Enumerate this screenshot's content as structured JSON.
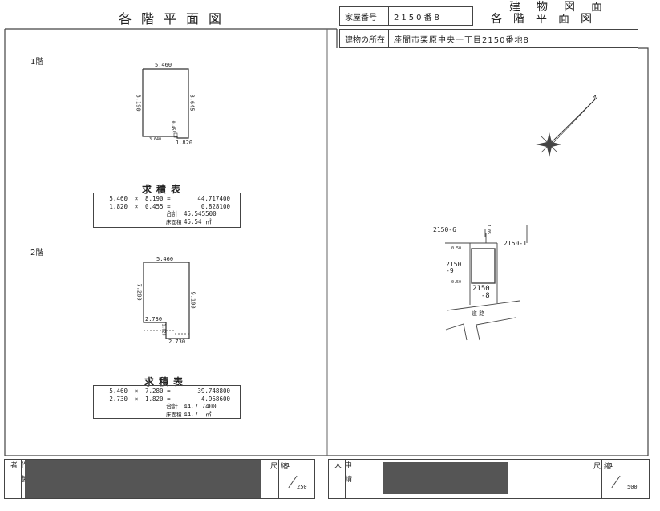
{
  "header": {
    "left_title": "各階平面図",
    "right_title_line1": "建物図面",
    "right_title_line2": "各階平面図",
    "house_number_label": "家屋番号",
    "house_number_value": "2150番8",
    "location_label": "建物の所在",
    "location_value": "座間市栗原中央一丁目2150番地8"
  },
  "floor1": {
    "label": "1階",
    "dims": {
      "top": "5.460",
      "left": "8.190",
      "right": "8.645",
      "notch_v": "0.455",
      "bottom_left": "3.640",
      "bottom_right": "1.820"
    },
    "table_title": "求積表",
    "rows": [
      {
        "a": "5.460",
        "op": "×",
        "b": "8.190 =",
        "r": "44.717400"
      },
      {
        "a": "1.820",
        "op": "×",
        "b": "0.455 =",
        "r": "0.828100"
      }
    ],
    "total_label": "合計",
    "total": "45.545500",
    "floor_area_label": "床面積",
    "floor_area": "45.54 ㎡"
  },
  "floor2": {
    "label": "2階",
    "dims": {
      "top": "5.460",
      "left": "7.280",
      "right": "9.100",
      "step_top": "2.730",
      "step_v": "1.820",
      "bottom": "2.730"
    },
    "table_title": "求積表",
    "rows": [
      {
        "a": "5.460",
        "op": "×",
        "b": "7.280 =",
        "r": "39.748800"
      },
      {
        "a": "2.730",
        "op": "×",
        "b": "1.820 =",
        "r": "4.968600"
      }
    ],
    "total_label": "合計",
    "total": "44.717400",
    "floor_area_label": "床面積",
    "floor_area": "44.71 ㎡"
  },
  "site": {
    "north": "N",
    "lot_6": "2150-6",
    "lot_1": "2150-1",
    "lot_9": "2150\n-9",
    "lot_8": "2150\n-8",
    "dim_top": "1.05",
    "dim_a": "0.50",
    "dim_b": "0.50",
    "road": "道 路"
  },
  "footer": {
    "maker_label": "作製者",
    "scale_label": "縮尺",
    "scale_left_num": "1",
    "scale_left_den": "250",
    "applicant_label": "申請人",
    "scale_right_num": "1",
    "scale_right_den": "500"
  }
}
